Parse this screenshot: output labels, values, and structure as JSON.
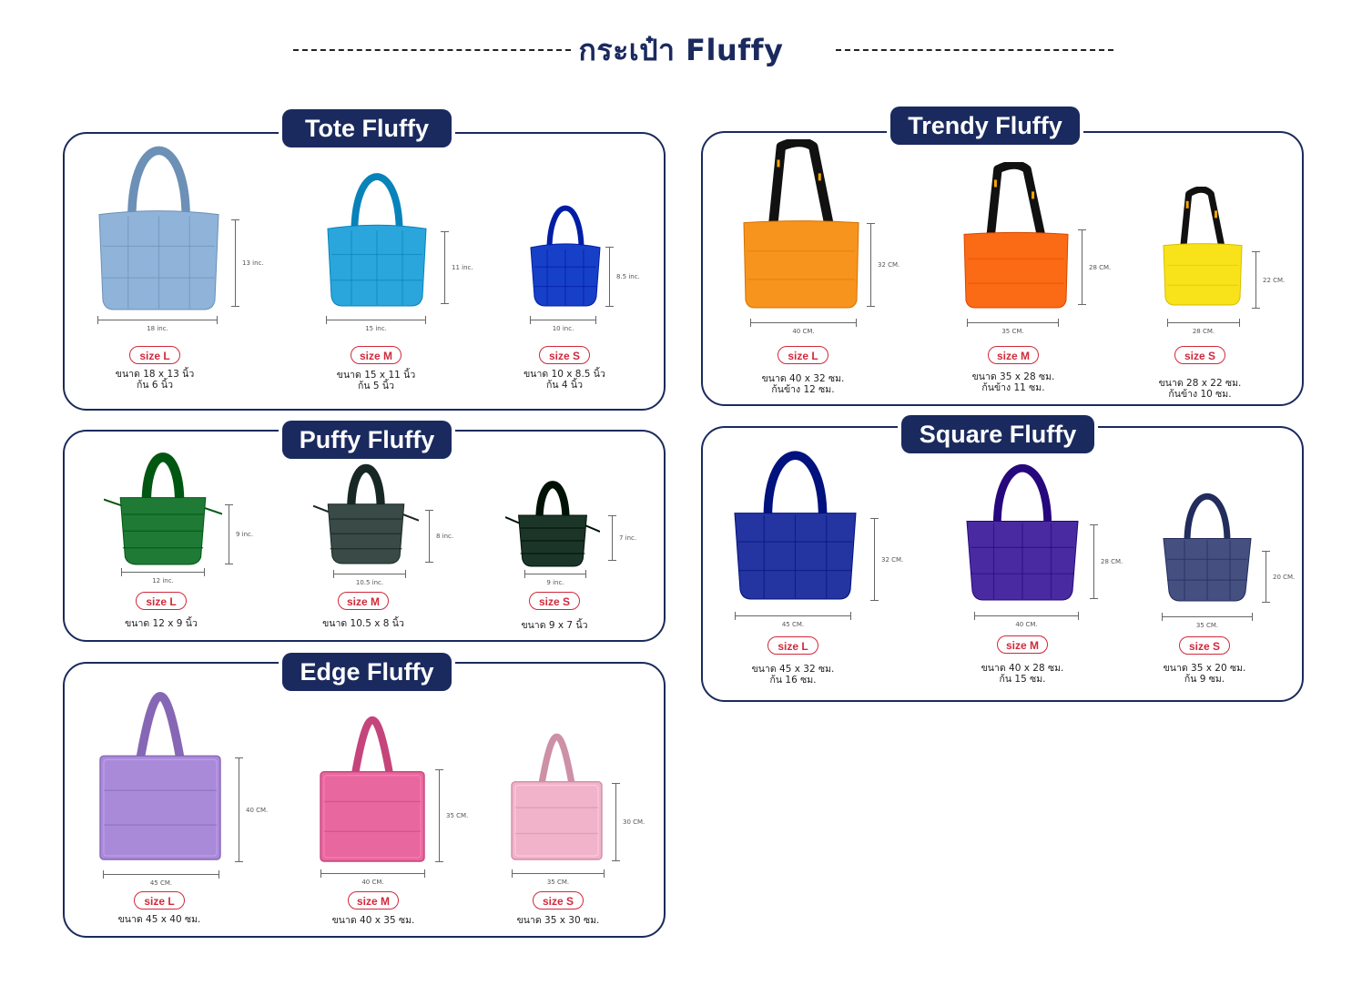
{
  "title": "กระเป๋า Fluffy",
  "panels": [
    {
      "key": "tote",
      "name": "Tote Fluffy",
      "items": [
        {
          "size": "size L",
          "lines": [
            "ขนาด 18 x 13 นิ้ว",
            "ก้น 6 นิ้ว"
          ],
          "height_label": "13 inc.",
          "width_label": "18 inc.",
          "color": "#8fb3d9"
        },
        {
          "size": "size M",
          "lines": [
            "ขนาด 15 x 11 นิ้ว",
            "ก้น 5 นิ้ว"
          ],
          "height_label": "11 inc.",
          "width_label": "15 inc.",
          "color": "#2aa6dc"
        },
        {
          "size": "size S",
          "lines": [
            "ขนาด 10 x 8.5 นิ้ว",
            "ก้น 4 นิ้ว"
          ],
          "height_label": "8.5 inc.",
          "width_label": "10 inc.",
          "color": "#1740c9"
        }
      ]
    },
    {
      "key": "puffy",
      "name": "Puffy Fluffy",
      "items": [
        {
          "size": "size L",
          "lines": [
            "ขนาด 12 x 9 นิ้ว"
          ],
          "height_label": "9 inc.",
          "width_label": "12  inc.",
          "color": "#1f7a35"
        },
        {
          "size": "size M",
          "lines": [
            "ขนาด 10.5 x 8 นิ้ว"
          ],
          "height_label": "8 inc.",
          "width_label": "10.5 inc.",
          "color": "#3a4a47"
        },
        {
          "size": "size S",
          "lines": [
            "ขนาด 9 x 7 นิ้ว"
          ],
          "height_label": "7 inc.",
          "width_label": "9  inc.",
          "color": "#1c3529"
        }
      ]
    },
    {
      "key": "edge",
      "name": "Edge Fluffy",
      "items": [
        {
          "size": "size L",
          "lines": [
            "ขนาด 45 x 40 ซม."
          ],
          "height_label": "40 CM.",
          "width_label": "45 CM.",
          "color": "#a98ad8"
        },
        {
          "size": "size M",
          "lines": [
            "ขนาด 40 x  35 ซม."
          ],
          "height_label": "35 CM.",
          "width_label": "40 CM.",
          "color": "#e8679e"
        },
        {
          "size": "size S",
          "lines": [
            "ขนาด 35 x 30 ซม."
          ],
          "height_label": "30 CM.",
          "width_label": "35 CM.",
          "color": "#f0b3c9"
        }
      ]
    },
    {
      "key": "trendy",
      "name": "Trendy Fluffy",
      "items": [
        {
          "size": "size L",
          "lines": [
            "ขนาด 40 x 32 ซม.",
            "ก้นข้าง 12 ซม."
          ],
          "height_label": "32 CM.",
          "width_label": "40 CM.",
          "color": "#f7941d"
        },
        {
          "size": "size M",
          "lines": [
            "ขนาด 35 x 28 ซม.",
            "ก้นข้าง 11 ซม."
          ],
          "height_label": "28 CM.",
          "width_label": "35 CM.",
          "color": "#fb6a14"
        },
        {
          "size": "size S",
          "lines": [
            "ขนาด 28 x 22 ซม.",
            "ก้นข้าง 10 ซม."
          ],
          "height_label": "22 CM.",
          "width_label": "28 CM.",
          "color": "#f8e21a"
        }
      ]
    },
    {
      "key": "square",
      "name": "Square Fluffy",
      "items": [
        {
          "size": "size L",
          "lines": [
            "ขนาด 45 x 32 ซม.",
            "ก้น 16 ซม."
          ],
          "height_label": "32 CM.",
          "width_label": "45 CM.",
          "color": "#2434a0"
        },
        {
          "size": "size M",
          "lines": [
            "ขนาด 40 x 28 ซม.",
            "ก้น 15 ซม."
          ],
          "height_label": "28 CM.",
          "width_label": "40 CM.",
          "color": "#4a2aa0"
        },
        {
          "size": "size S",
          "lines": [
            "ขนาด 35 x 20 ซม.",
            "ก้น 9 ซม."
          ],
          "height_label": "20 CM.",
          "width_label": "35 CM.",
          "color": "#454f80"
        }
      ]
    }
  ]
}
